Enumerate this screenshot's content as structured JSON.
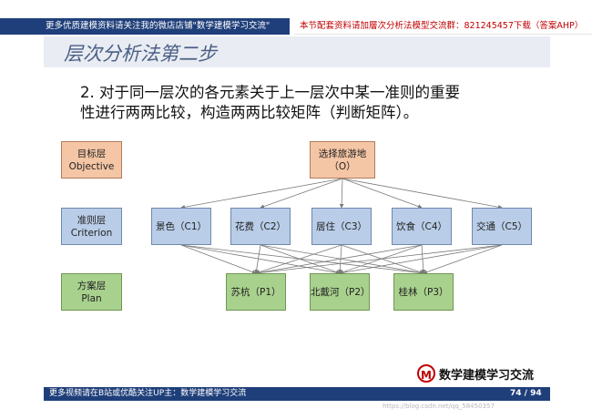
{
  "header": {
    "left_text": "更多优质建模资料请关注我的微店店铺\"数学建模学习交流\"",
    "right_text": "本节配套资料请加層次分析法模型交流群：821245457下载（答案AHP）"
  },
  "slide": {
    "title": "层次分析法第二步",
    "paragraph_line1": "2. 对于同一层次的各元素关于上一层次中某一准则的重要",
    "paragraph_line2": "性进行两两比较，构造两两比较矩阵（判断矩阵）。"
  },
  "levels": {
    "goal": {
      "cn": "目标层",
      "en": "Objective"
    },
    "criterion": {
      "cn": "准则层",
      "en": "Criterion"
    },
    "plan": {
      "cn": "方案层",
      "en": "Plan"
    }
  },
  "goal_node": {
    "line1": "选择旅游地",
    "line2": "（O）"
  },
  "criteria": [
    "景色（C1）",
    "花费（C2）",
    "居住（C3）",
    "饮食（C4）",
    "交通（C5）"
  ],
  "plans": [
    "苏杭（P1）",
    "北戴河（P2）",
    "桂林（P3）"
  ],
  "footer": {
    "left_text": "更多视频请在B站或优酷关注UP主：数学建模学习交流",
    "page": "74 / 94",
    "logo_letter": "M",
    "logo_text": "数学建模学习交流",
    "watermark": "https://blog.csdn.net/qq_58450357"
  },
  "colors": {
    "bar": "#1f3f7a",
    "goal": "#f5c6a5",
    "criterion": "#b9cde8",
    "plan": "#a9d18e",
    "accent_red": "#c00000"
  }
}
